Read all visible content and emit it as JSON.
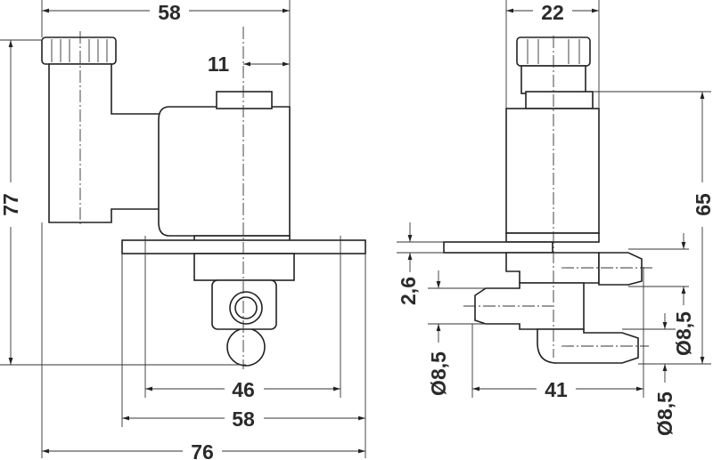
{
  "front_view": {
    "width_top": "58",
    "offset_11": "11",
    "height_77": "77",
    "hole_spacing": "46",
    "plate_width": "58",
    "overall_width": "76"
  },
  "side_view": {
    "width_22": "22",
    "height_65": "65",
    "plate_thickness": "2,6",
    "port_left_dia": "Ø8,5",
    "port_upper_dia": "Ø8,5",
    "port_lower_dia": "Ø8,5",
    "port_span": "41"
  }
}
